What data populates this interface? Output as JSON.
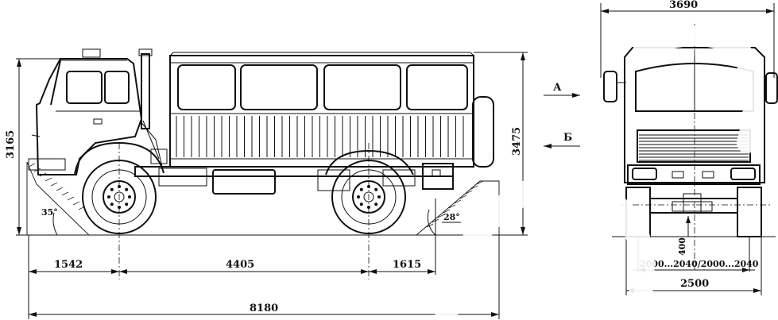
{
  "watermark": {
    "shape": "circle-mark",
    "color": "#cc0000"
  },
  "side_view": {
    "overall_length": "8180",
    "front_overhang": "1542",
    "wheelbase": "4405",
    "rear_overhang": "1615",
    "cab_height": "3165",
    "body_height": "3475",
    "approach_angle": "35°",
    "departure_angle": "28°",
    "arrow_a_label": "А",
    "arrow_b_label": "Б"
  },
  "front_view": {
    "overall_width_top": "3690",
    "track_label": "2000...2040/2000...2040",
    "body_width": "2500",
    "ground_clearance": "400"
  }
}
